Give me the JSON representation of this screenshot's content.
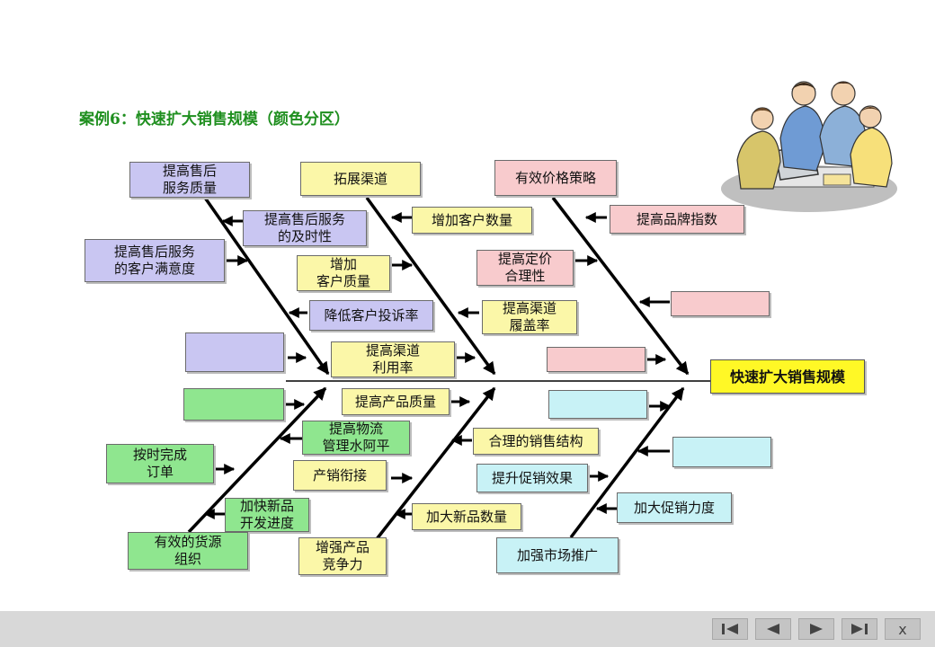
{
  "title": "案例6：快速扩大销售规模（颜色分区）",
  "effect": "快速扩大销售规模",
  "boxes": {
    "b1": "提高售后\n服务质量",
    "b2": "提高售后服务\n的及时性",
    "b3": "提高售后服务\n的客户满意度",
    "b4": "拓展渠道",
    "b5": "增加客户数量",
    "b6": "增加\n客户质量",
    "b7": "降低客户投诉率",
    "b8": "提高渠道\n利用率",
    "b9": "有效价格策略",
    "b10": "提高品牌指数",
    "b11": "提高定价\n合理性",
    "b12": "提高渠道\n履盖率",
    "b13": "",
    "b14": "",
    "b15": "",
    "b16": "提高产品质量",
    "b17": "提高物流\n管理水阿平",
    "b18": "按时完成\n订单",
    "b19": "产销衔接",
    "b20": "加快新品\n开发进度",
    "b21": "有效的货源\n组织",
    "b22": "合理的销售结构",
    "b23": "提升促销效果",
    "b24": "加大新品数量",
    "b25": "增强产品\n竞争力",
    "b26": "",
    "b27": "",
    "b28": "加大促销力度",
    "b29": "加强市场推广"
  },
  "colors": {
    "purple": "#c9c6f2",
    "yellow": "#fbf7a8",
    "pink": "#f8cbcd",
    "green": "#8fe68f",
    "cyan": "#c8f2f6",
    "effect": "#fff826",
    "title": "#1f8f1f"
  },
  "nav": {
    "first_icon": "skip-back-icon",
    "prev_icon": "play-left-icon",
    "next_icon": "play-right-icon",
    "last_icon": "skip-forward-icon",
    "close_label": "x"
  }
}
